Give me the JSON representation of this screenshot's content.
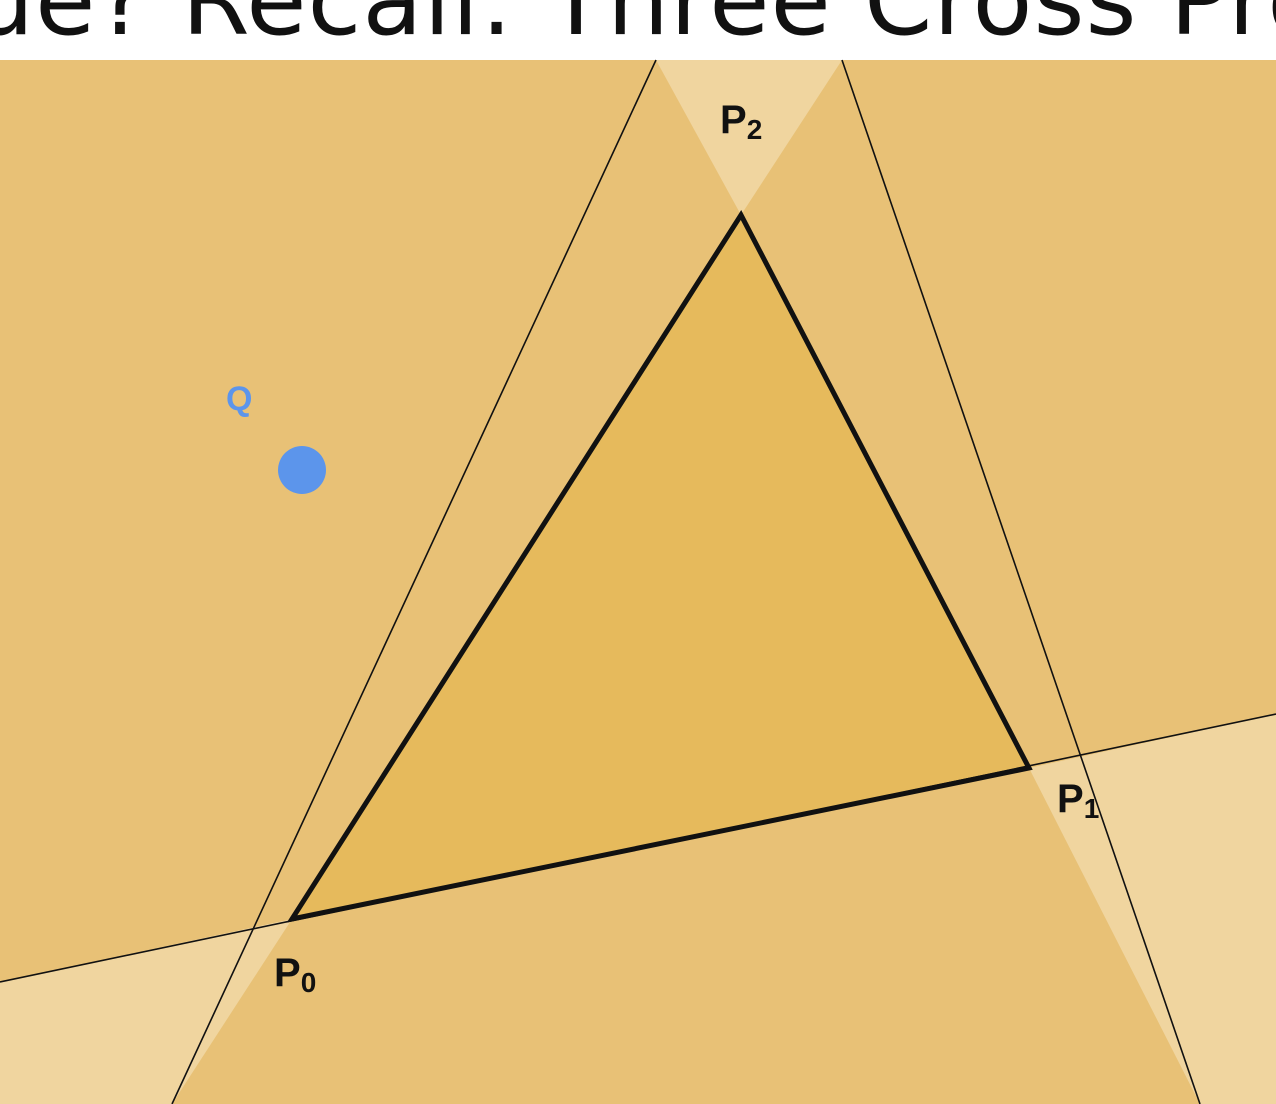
{
  "slide": {
    "title": "ue? Recall: Three Cross Products."
  },
  "diagram": {
    "colors": {
      "page_background": "#ffffff",
      "outer_region": "#e8c176",
      "light_region": "#f0d59f",
      "triangle_fill": "#e6ba5c",
      "edge_color": "#111111",
      "query_point": "#5c95eb"
    },
    "vertices": [
      {
        "name": "P0",
        "letter": "P",
        "subscript": "0"
      },
      {
        "name": "P1",
        "letter": "P",
        "subscript": "1"
      },
      {
        "name": "P2",
        "letter": "P",
        "subscript": "2"
      }
    ],
    "query_point": {
      "label": "Q"
    }
  }
}
